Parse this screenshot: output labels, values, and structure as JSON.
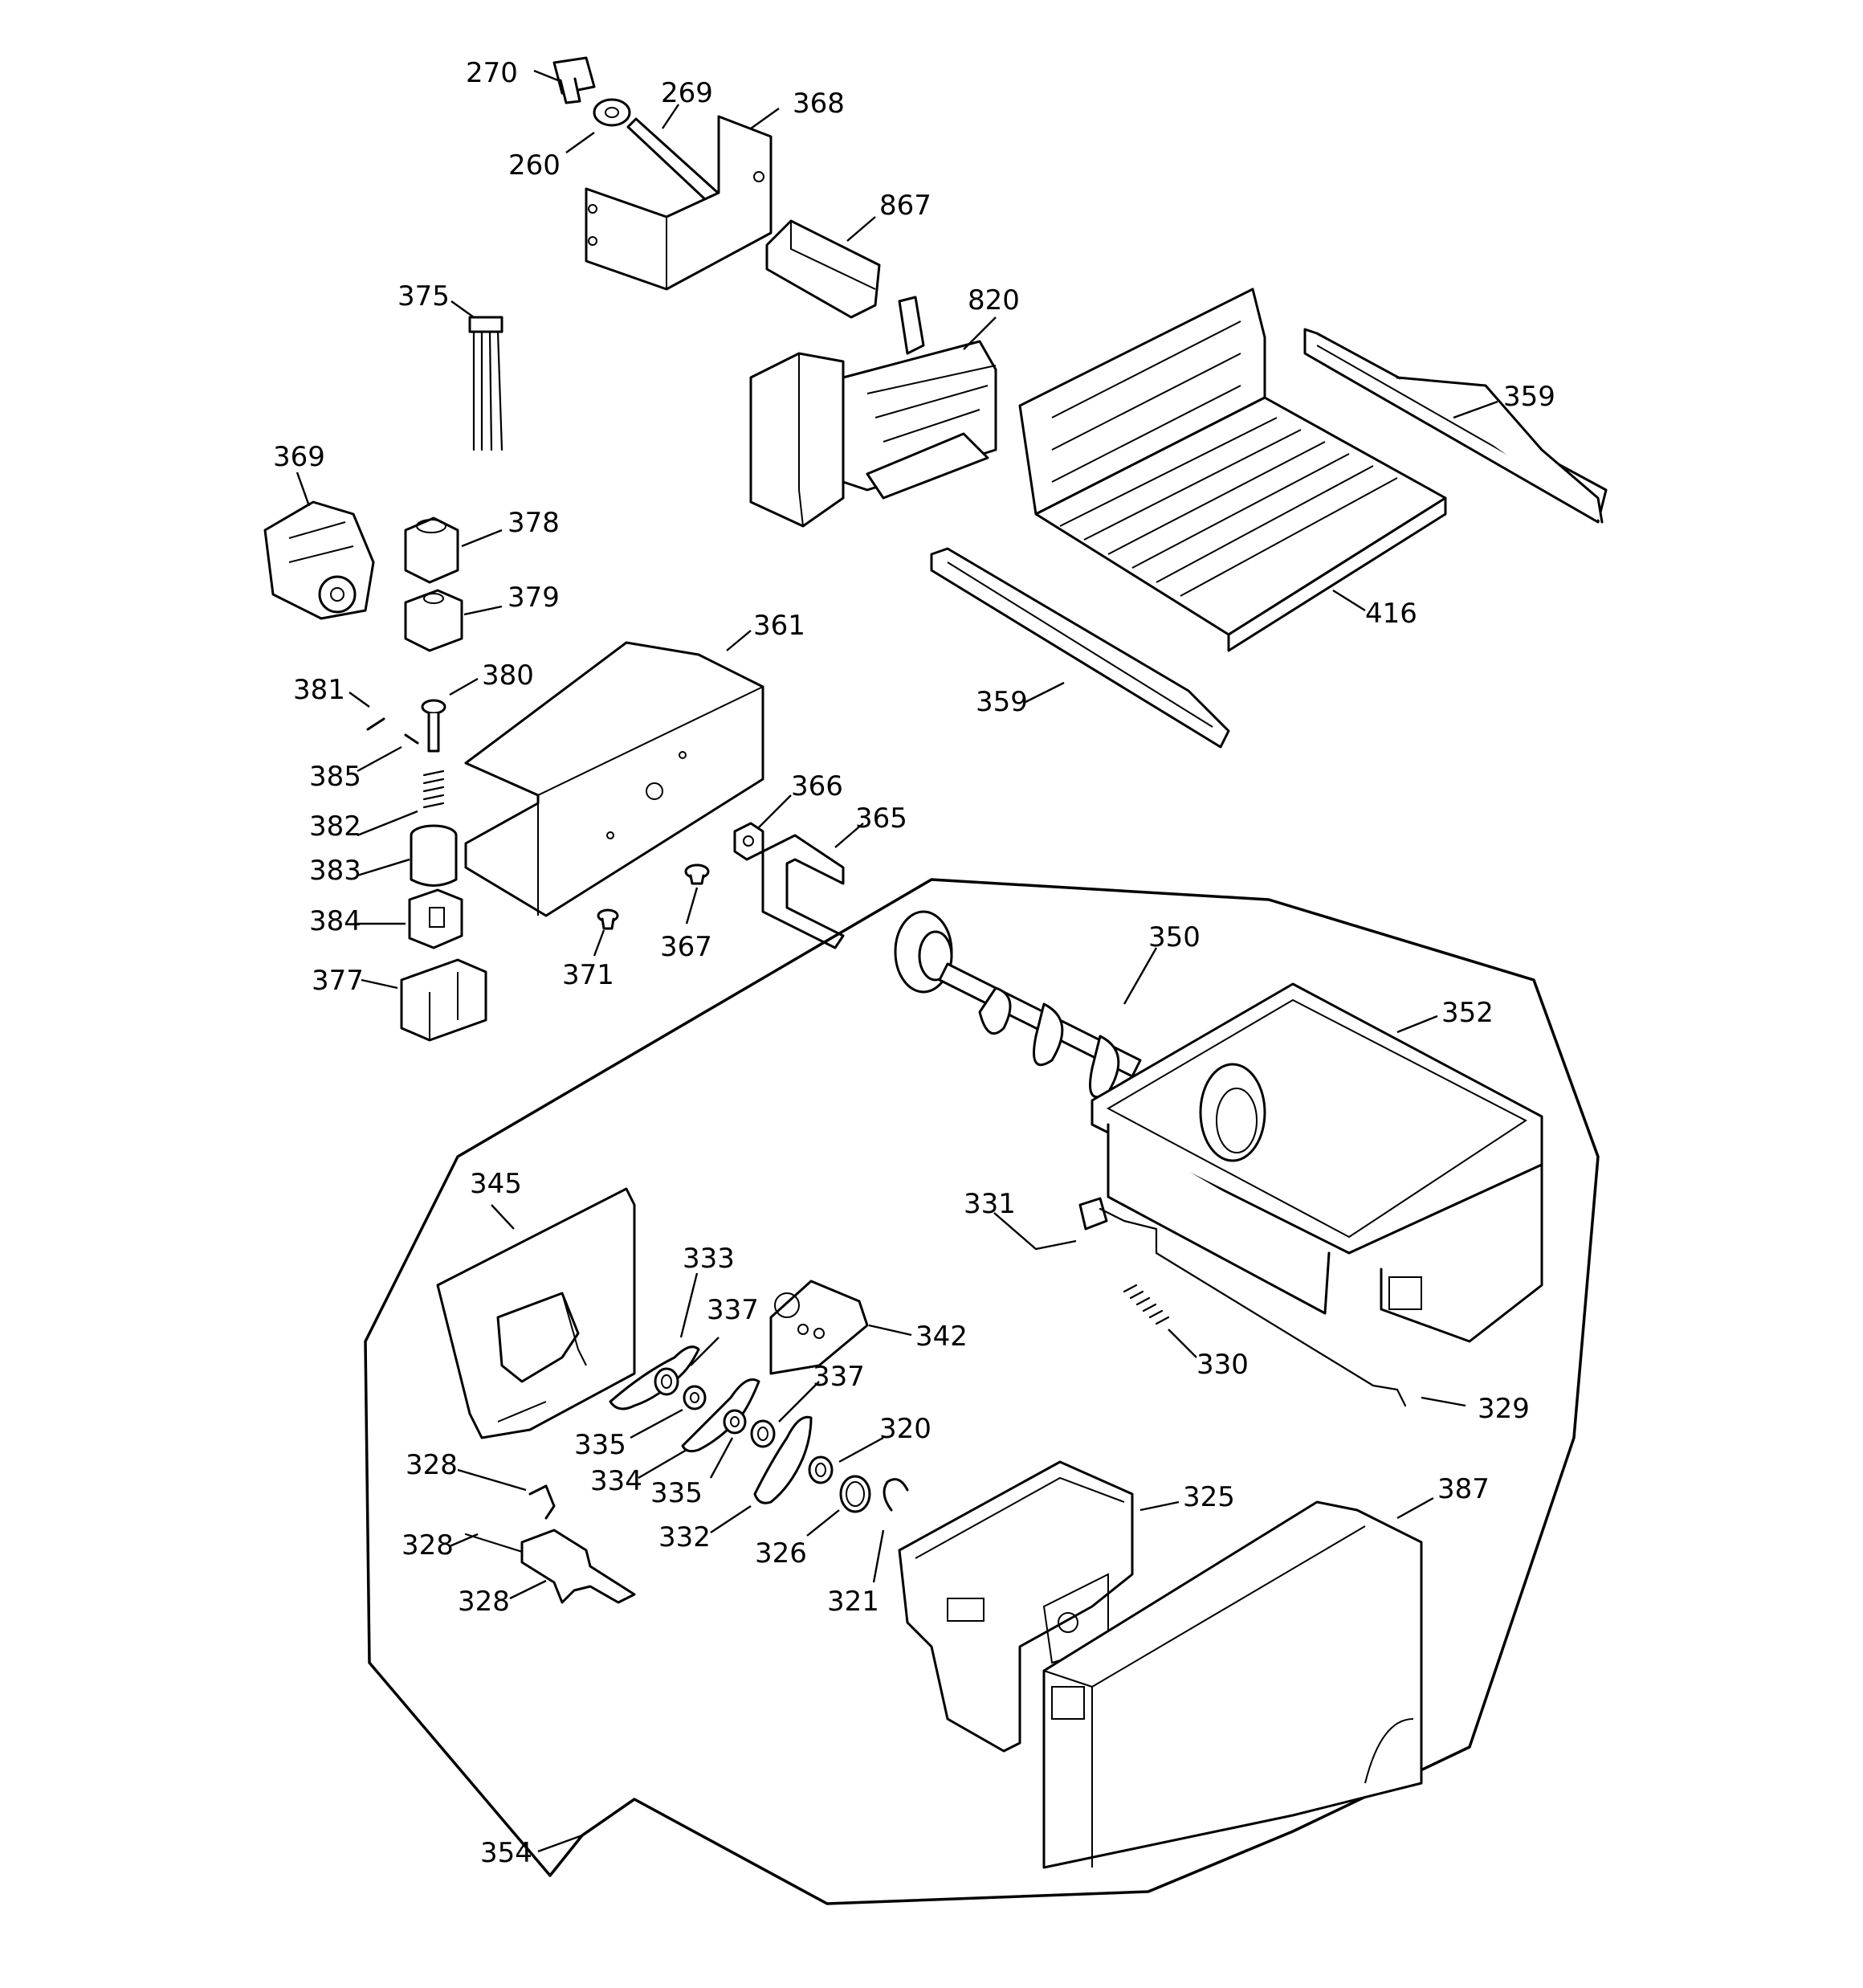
{
  "callouts": [
    {
      "id": "p270",
      "text": "270"
    },
    {
      "id": "p269",
      "text": "269"
    },
    {
      "id": "p368",
      "text": "368"
    },
    {
      "id": "p260",
      "text": "260"
    },
    {
      "id": "p867",
      "text": "867"
    },
    {
      "id": "p375",
      "text": "375"
    },
    {
      "id": "p820",
      "text": "820"
    },
    {
      "id": "p359a",
      "text": "359"
    },
    {
      "id": "p369",
      "text": "369"
    },
    {
      "id": "p378",
      "text": "378"
    },
    {
      "id": "p379",
      "text": "379"
    },
    {
      "id": "p416",
      "text": "416"
    },
    {
      "id": "p361",
      "text": "361"
    },
    {
      "id": "p381",
      "text": "381"
    },
    {
      "id": "p380",
      "text": "380"
    },
    {
      "id": "p359b",
      "text": "359"
    },
    {
      "id": "p385",
      "text": "385"
    },
    {
      "id": "p366",
      "text": "366"
    },
    {
      "id": "p365",
      "text": "365"
    },
    {
      "id": "p382",
      "text": "382"
    },
    {
      "id": "p383",
      "text": "383"
    },
    {
      "id": "p384",
      "text": "384"
    },
    {
      "id": "p367",
      "text": "367"
    },
    {
      "id": "p371",
      "text": "371"
    },
    {
      "id": "p377",
      "text": "377"
    },
    {
      "id": "p350",
      "text": "350"
    },
    {
      "id": "p352",
      "text": "352"
    },
    {
      "id": "p345",
      "text": "345"
    },
    {
      "id": "p331",
      "text": "331"
    },
    {
      "id": "p333",
      "text": "333"
    },
    {
      "id": "p337a",
      "text": "337"
    },
    {
      "id": "p342",
      "text": "342"
    },
    {
      "id": "p330",
      "text": "330"
    },
    {
      "id": "p337b",
      "text": "337"
    },
    {
      "id": "p329",
      "text": "329"
    },
    {
      "id": "p335a",
      "text": "335"
    },
    {
      "id": "p320",
      "text": "320"
    },
    {
      "id": "p334",
      "text": "334"
    },
    {
      "id": "p335b",
      "text": "335"
    },
    {
      "id": "p328a",
      "text": "328"
    },
    {
      "id": "p325",
      "text": "325"
    },
    {
      "id": "p387",
      "text": "387"
    },
    {
      "id": "p332",
      "text": "332"
    },
    {
      "id": "p326",
      "text": "326"
    },
    {
      "id": "p328b",
      "text": "328"
    },
    {
      "id": "p328c",
      "text": "328"
    },
    {
      "id": "p321",
      "text": "321"
    },
    {
      "id": "p354",
      "text": "354"
    }
  ]
}
